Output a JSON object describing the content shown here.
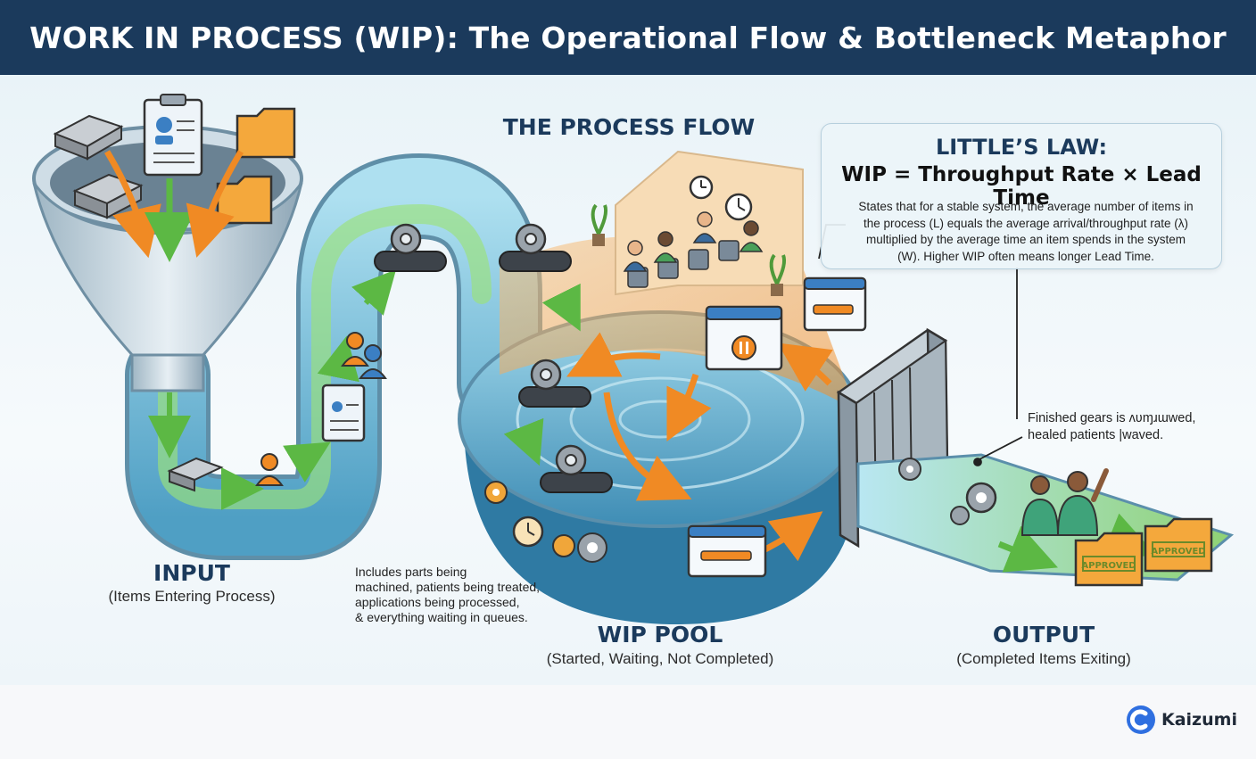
{
  "title": "WORK IN PROCESS (WIP): The Operational Flow & Bottleneck Metaphor",
  "process_flow_label": "THE PROCESS FLOW",
  "input": {
    "label": "INPUT",
    "sub": "(Items Entering Process)"
  },
  "wip_pool": {
    "label": "WIP POOL",
    "sub": "(Started, Waiting, Not Completed)",
    "note_lines": [
      "Includes parts being",
      "machined, patients being treated,",
      "applications being processed,",
      "& everything waiting in queues."
    ]
  },
  "output": {
    "label": "OUTPUT",
    "sub": "(Completed Items Exiting)",
    "note_lines": [
      "Finished gears is ʌʋɱɹɯwed,",
      "healed patients |waved."
    ]
  },
  "littles_law": {
    "heading": "LITTLE’S LAW:",
    "formula": "WIP = Throughput Rate × Lead Time",
    "description_lines": [
      "States that for a stable system, the average number of items in",
      "the process (L) equals the average arrival/throughput rate (λ)",
      "multiplied by the average time an item spends in the system",
      "(W). Higher WIP often means longer Lead Time."
    ]
  },
  "stamps": [
    "APPROVED",
    "APPROVED"
  ],
  "brand": {
    "name": "Kaizumi"
  },
  "colors": {
    "header": "#1b3a5c",
    "water": "#7fc3dc",
    "flow_green": "#8bd36a",
    "arrow_orange": "#f08a24",
    "folder": "#f4a83c"
  },
  "icons": [
    "metal-bar-icon",
    "clipboard-icon",
    "folder-icon",
    "gear-icon",
    "conveyor-icon",
    "person-icon",
    "clock-icon",
    "browser-window-icon",
    "pause-icon",
    "plant-icon",
    "chair-icon",
    "dam-gate-icon"
  ]
}
